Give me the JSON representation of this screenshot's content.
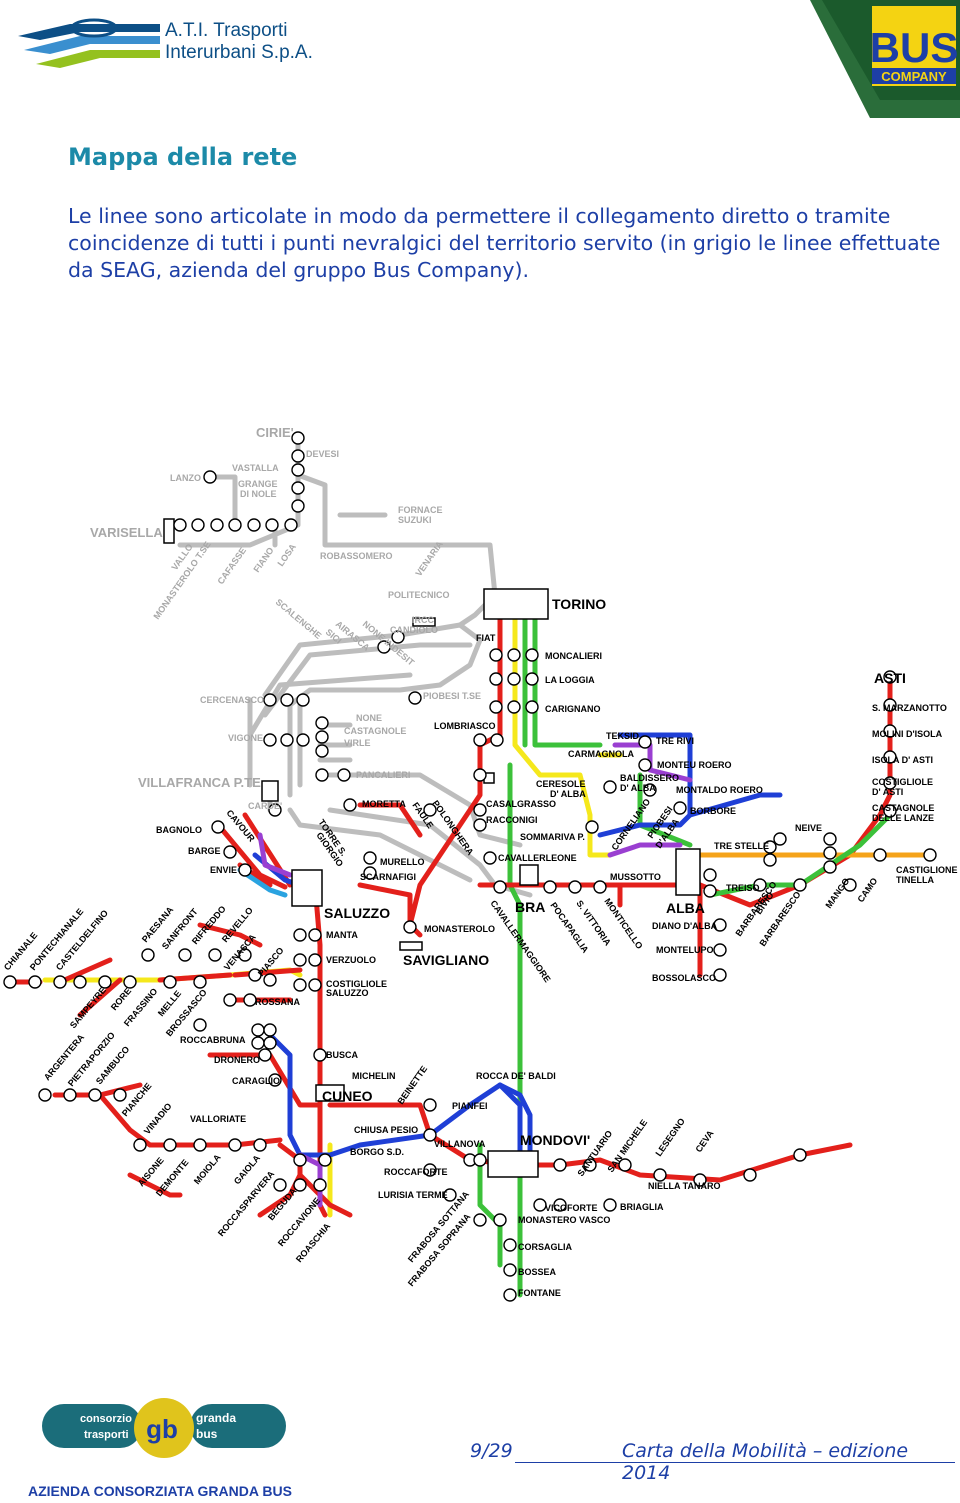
{
  "header": {
    "company_line1": "A.T.I. Trasporti",
    "company_line2": "Interurbani S.p.A.",
    "bus_logo_text": "BUS",
    "bus_logo_sub": "COMPANY"
  },
  "section_title": "Mappa della rete",
  "intro_text": "Le linee sono articolate in modo da permettere il collegamento diretto o tramite coincidenze di tutti i punti nevralgici del territorio servito (in grigio le linee effettuate da SEAG, azienda del gruppo Bus Company).",
  "map": {
    "hubs": [
      "TORINO",
      "SALUZZO",
      "SAVIGLIANO",
      "CUNEO",
      "BRA",
      "ALBA",
      "ASTI",
      "MONDOVI'",
      "VILLAFRANCA P.TE",
      "VARISELLA",
      "CIRIE'"
    ],
    "stops": [
      "DEVESI",
      "VASTALLA",
      "LANZO",
      "GRANGE DI NOLE",
      "FORNACE SUZUKI",
      "ROBASSOMERO",
      "VENARIA",
      "VALLO",
      "MONASTEROLO T.SE",
      "CAFASSE",
      "FIANO",
      "LOSA",
      "POLITECNICO",
      "SCALENGHE",
      "AIRASCA",
      "SICI",
      "NONE INDESIT",
      "IRCC CANDIOLO",
      "FIAT",
      "MONCALIERI",
      "LA LOGGIA",
      "CARIGNANO",
      "CERCENASCO",
      "VIGONE",
      "PIOBESI T.SE",
      "NONE",
      "CASTAGNOLE",
      "VIRLE",
      "LOMBRIASCO",
      "PANCALIERI",
      "TEKSID",
      "CARMAGNOLA",
      "TRE RIVI",
      "S. MARZANOTTO",
      "MOLINI D'ISOLA",
      "ISOLA D' ASTI",
      "COSTIGLIOLE D' ASTI",
      "CASTAGNOLE DELLE LANZE",
      "MONTEU ROERO",
      "BALDISSERO D' ALBA",
      "MONTALDO ROERO",
      "BORBORE",
      "CERESOLE D' ALBA",
      "CASALGRASSO",
      "RACCONIGI",
      "SOMMARIVA P.",
      "CAVALLERLEONE",
      "CARDE'",
      "MORETTA",
      "FAULE",
      "POLONGHERA",
      "TORRE S. GIORGIO",
      "MURELLO",
      "SCARNAFIGI",
      "BAGNOLO",
      "BARGE",
      "ENVIE",
      "CAVOUR",
      "NEIVE",
      "TRE STELLE",
      "CASTIGLIONE TINELLA",
      "MUSSOTTO",
      "TREISO",
      "BIVIO BARBARESCO",
      "BARBARESCO",
      "MANGO",
      "CAMO",
      "DIANO D'ALBA",
      "MONTELUPO",
      "BOSSOLASCO",
      "POCAPAGLIA",
      "S. VITTORIA",
      "MONTICELLO",
      "CAVALLERMAGGIORE",
      "MONASTEROLO",
      "MANTA",
      "VERZUOLO",
      "COSTIGLIOLE SALUZZO",
      "PAESANA",
      "SANFRONT",
      "RIFREDDO",
      "REVELLO",
      "VENASCA",
      "PIASCO",
      "ROSSANA",
      "CHIANALE",
      "PONTECHIANALE",
      "CASTELDELFINO",
      "SAMPEYRE",
      "RORE",
      "FRASSINO",
      "MELLE",
      "BROSSASCO",
      "ARGENTERA",
      "PIETRAPORZIO",
      "SAMBUCO",
      "PIANCHE",
      "VINADIO",
      "ROCCABRUNA",
      "DRONERO",
      "CARAGLIO",
      "BUSCA",
      "MICHELIN",
      "BEINETTE",
      "ROCCA DE' BALDI",
      "PIANFEI",
      "VALLORIATE",
      "AISONE",
      "DEMONTE",
      "MOIOLA",
      "GAIOLA",
      "ROCCASPARVERA",
      "BEGUDA",
      "ROCCAVIONE",
      "ROASCHIA",
      "CHIUSA PESIO",
      "BORGO S.D.",
      "VILLANOVA",
      "ROCCAFORTE",
      "LURISIA TERME",
      "SANTUARIO",
      "SAN MICHELE",
      "LESEGNO",
      "CEVA",
      "NIELLA TANARO",
      "BRIAGLIA",
      "VICOFORTE",
      "MONASTERO VASCO",
      "FRABOSA SOTTANA",
      "FRABOSA SOPRANA",
      "CORSAGLIA",
      "BOSSEA",
      "FONTANE",
      "CORNELIANO",
      "PIOBESI D'ALBA"
    ],
    "line_colors": {
      "red": "#e3201b",
      "green": "#3cc13a",
      "yellow": "#f5e81c",
      "blue": "#1f3fd6",
      "purple": "#9a3fd1",
      "orange": "#f5a31a",
      "cyan": "#2aa3e0",
      "grey": "#bdbdbd",
      "darkblue": "#1b2f9b"
    }
  },
  "footer": {
    "logo_line1": "consorzio",
    "logo_line2": "trasporti",
    "logo_line3": "granda",
    "logo_line4": "bus",
    "page_number": "9/29",
    "document_title": "Carta della Mobilità – edizione 2014",
    "company": "AZIENDA CONSORZIATA GRANDA BUS"
  }
}
